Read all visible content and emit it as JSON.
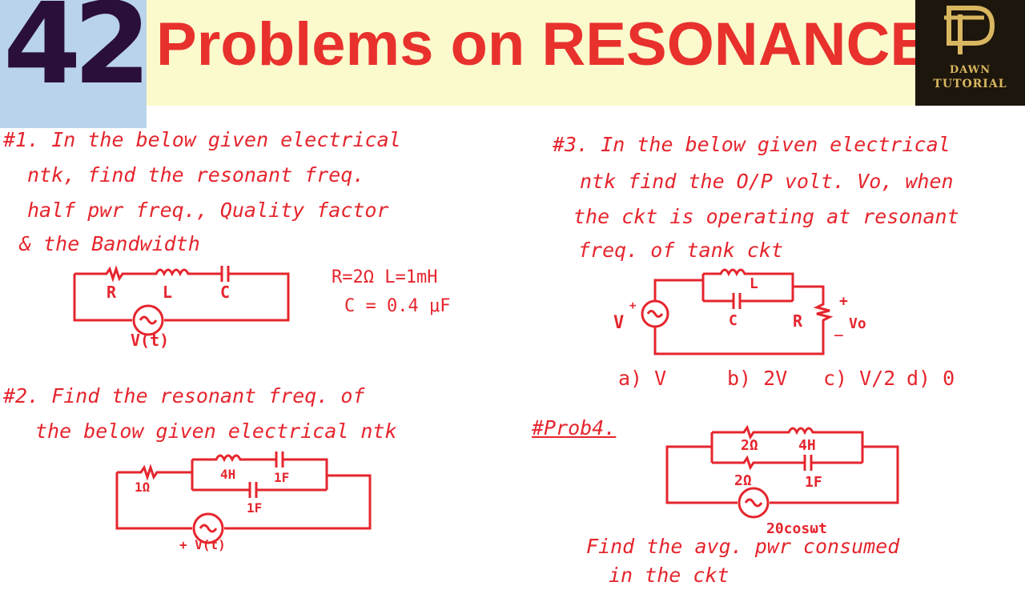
{
  "header": {
    "video_number": "42",
    "title": "Problems on RESONANCE",
    "logo": {
      "line1": "DAWN",
      "line2": "TUTORIAL"
    }
  },
  "problem1": {
    "lines": [
      "#1. In the below given electrical",
      "ntk, find the resonant freq.",
      "half pwr freq., Quality factor",
      "& the Bandwidth"
    ],
    "labels": {
      "r": "R",
      "l": "L",
      "c": "C",
      "source": "V(t)"
    },
    "values": {
      "line1": "R=2Ω  L=1mH",
      "line2": "C = 0.4 μF"
    }
  },
  "problem2": {
    "lines": [
      "#2. Find the resonant freq. of",
      "the below given electrical ntk"
    ],
    "labels": {
      "r": "1Ω",
      "l": "4H",
      "c1": "1F",
      "c2": "1F",
      "source": "+ V(t)"
    }
  },
  "problem3": {
    "lines": [
      "#3. In the below given electrical",
      "ntk find the O/P volt. Vo, when",
      "the ckt is operating at resonant",
      "freq. of tank ckt"
    ],
    "labels": {
      "l": "L",
      "c": "C",
      "r": "R",
      "v": "V",
      "vo": "Vo",
      "plus": "+",
      "minus": "_"
    },
    "options": [
      "a) V",
      "b) 2V",
      "c) V/2",
      "d) 0"
    ]
  },
  "problem4": {
    "heading": "#Prob4.",
    "labels": {
      "r1": "2Ω",
      "l": "4H",
      "r2": "2Ω",
      "c": "1F",
      "source": "20cosωt"
    },
    "question": [
      "Find the avg. pwr consumed",
      "in the ckt"
    ]
  },
  "colors": {
    "ink": "#e5252d",
    "title": "#e8312c",
    "number": "#2a0f3a",
    "number_bg": "#b9d3ea",
    "title_bg": "#fbfacd",
    "logo_bg": "#1d160c",
    "logo_gold": "#d9b760"
  }
}
